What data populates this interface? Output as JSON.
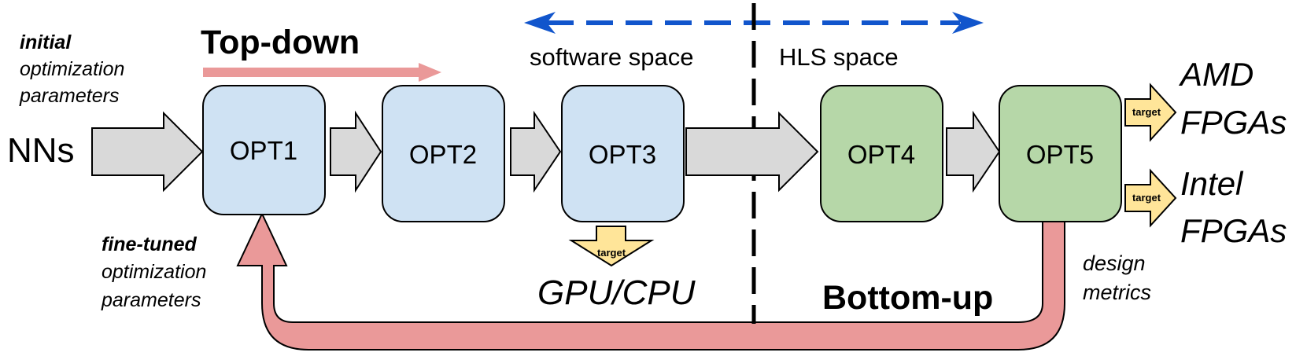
{
  "diagram": {
    "input_label": "NNs",
    "initial_params": {
      "bold": "initial",
      "line1": "optimization",
      "line2": "parameters"
    },
    "finetuned_params": {
      "bold": "fine-tuned",
      "line1": "optimization",
      "line2": "parameters"
    },
    "top_down": "Top-down",
    "bottom_up": "Bottom-up",
    "software_space": "software space",
    "hls_space": "HLS space",
    "design_metrics": {
      "line1": "design",
      "line2": "metrics"
    },
    "stages": [
      {
        "label": "OPT1",
        "space": "software"
      },
      {
        "label": "OPT2",
        "space": "software"
      },
      {
        "label": "OPT3",
        "space": "software"
      },
      {
        "label": "OPT4",
        "space": "hls"
      },
      {
        "label": "OPT5",
        "space": "hls"
      }
    ],
    "target_badge": "target",
    "targets": {
      "gpu_cpu": "GPU/CPU",
      "amd": {
        "line1": "AMD",
        "line2": "FPGAs"
      },
      "intel": {
        "line1": "Intel",
        "line2": "FPGAs"
      }
    },
    "colors": {
      "software_box": "#cfe2f3",
      "hls_box": "#b6d7a8",
      "flow_arrow": "#d9d9d9",
      "feedback_arrow": "#ea9999",
      "top_down_arrow": "#ea9999",
      "space_arrow": "#1155cc",
      "target_arrow": "#ffe599"
    }
  }
}
